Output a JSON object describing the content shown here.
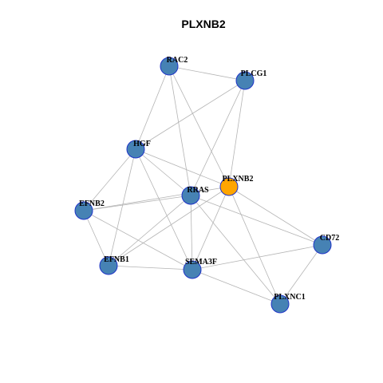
{
  "graph": {
    "title": "PLXNB2",
    "colors": {
      "node_default": "#4682b4",
      "node_focus": "#ffa500",
      "node_border": "#1f34c8",
      "edge": "#b4b4b4",
      "background": "#ffffff"
    },
    "nodes": [
      {
        "id": "RAC2",
        "label": "RAC2",
        "focus": false
      },
      {
        "id": "PLCG1",
        "label": "PLCG1",
        "focus": false
      },
      {
        "id": "HGF",
        "label": "HGF",
        "focus": false
      },
      {
        "id": "PLXNB2",
        "label": "PLXNB2",
        "focus": true
      },
      {
        "id": "RRAS",
        "label": "RRAS",
        "focus": false
      },
      {
        "id": "EFNB2",
        "label": "EFNB2",
        "focus": false
      },
      {
        "id": "CD72",
        "label": "CD72",
        "focus": false
      },
      {
        "id": "EFNB1",
        "label": "EFNB1",
        "focus": false
      },
      {
        "id": "SEMA3F",
        "label": "SEMA3F",
        "focus": false
      },
      {
        "id": "PLXNC1",
        "label": "PLXNC1",
        "focus": false
      }
    ],
    "edges": [
      [
        "RAC2",
        "PLCG1"
      ],
      [
        "RAC2",
        "HGF"
      ],
      [
        "RAC2",
        "RRAS"
      ],
      [
        "RAC2",
        "PLXNB2"
      ],
      [
        "PLCG1",
        "HGF"
      ],
      [
        "PLCG1",
        "RRAS"
      ],
      [
        "PLCG1",
        "PLXNB2"
      ],
      [
        "HGF",
        "EFNB2"
      ],
      [
        "HGF",
        "EFNB1"
      ],
      [
        "HGF",
        "RRAS"
      ],
      [
        "HGF",
        "SEMA3F"
      ],
      [
        "HGF",
        "PLXNB2"
      ],
      [
        "RRAS",
        "EFNB2"
      ],
      [
        "RRAS",
        "EFNB1"
      ],
      [
        "RRAS",
        "SEMA3F"
      ],
      [
        "RRAS",
        "CD72"
      ],
      [
        "RRAS",
        "PLXNC1"
      ],
      [
        "PLXNB2",
        "EFNB2"
      ],
      [
        "PLXNB2",
        "EFNB1"
      ],
      [
        "PLXNB2",
        "SEMA3F"
      ],
      [
        "PLXNB2",
        "PLXNC1"
      ],
      [
        "PLXNB2",
        "CD72"
      ],
      [
        "EFNB2",
        "EFNB1"
      ],
      [
        "EFNB2",
        "SEMA3F"
      ],
      [
        "EFNB1",
        "SEMA3F"
      ],
      [
        "SEMA3F",
        "CD72"
      ],
      [
        "SEMA3F",
        "PLXNC1"
      ],
      [
        "CD72",
        "PLXNC1"
      ]
    ]
  }
}
